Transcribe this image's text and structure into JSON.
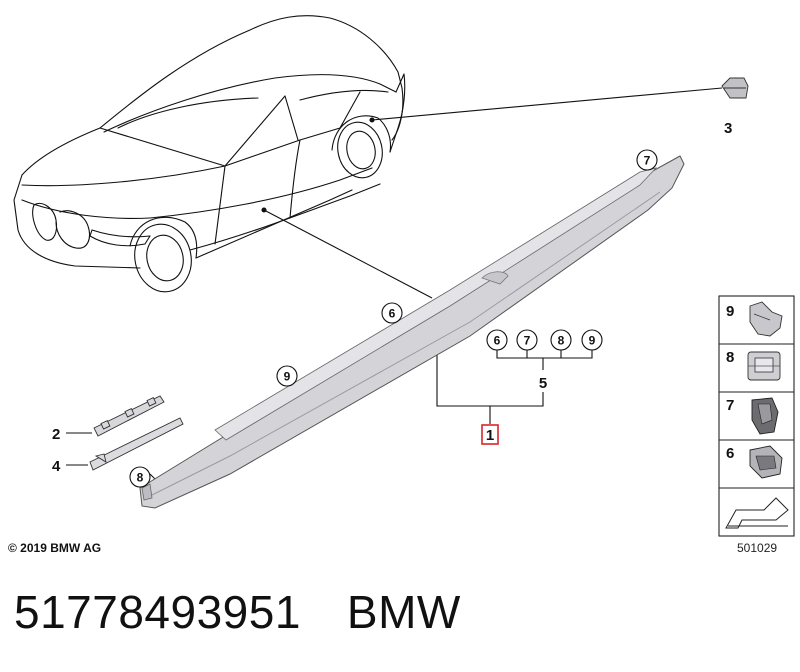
{
  "callouts": {
    "top_right_clip": "3",
    "strip_end": "7",
    "strip_mid": "6",
    "strip_left": "9",
    "strip_end_left": "8",
    "bracket_2": "2",
    "bracket_4": "4",
    "group_5": [
      "6",
      "7",
      "8",
      "9"
    ],
    "group_5_label": "5",
    "main_part": "1"
  },
  "legend": {
    "items": [
      "9",
      "8",
      "7",
      "6"
    ]
  },
  "footer": {
    "copyright": "© 2019 BMW AG",
    "diagram_number": "501029"
  },
  "caption": {
    "part_number": "51778493951",
    "brand": "BMW"
  },
  "colors": {
    "highlight_box": "#d9262c",
    "line": "#111111",
    "strip_fill": "#d4d4d8"
  }
}
